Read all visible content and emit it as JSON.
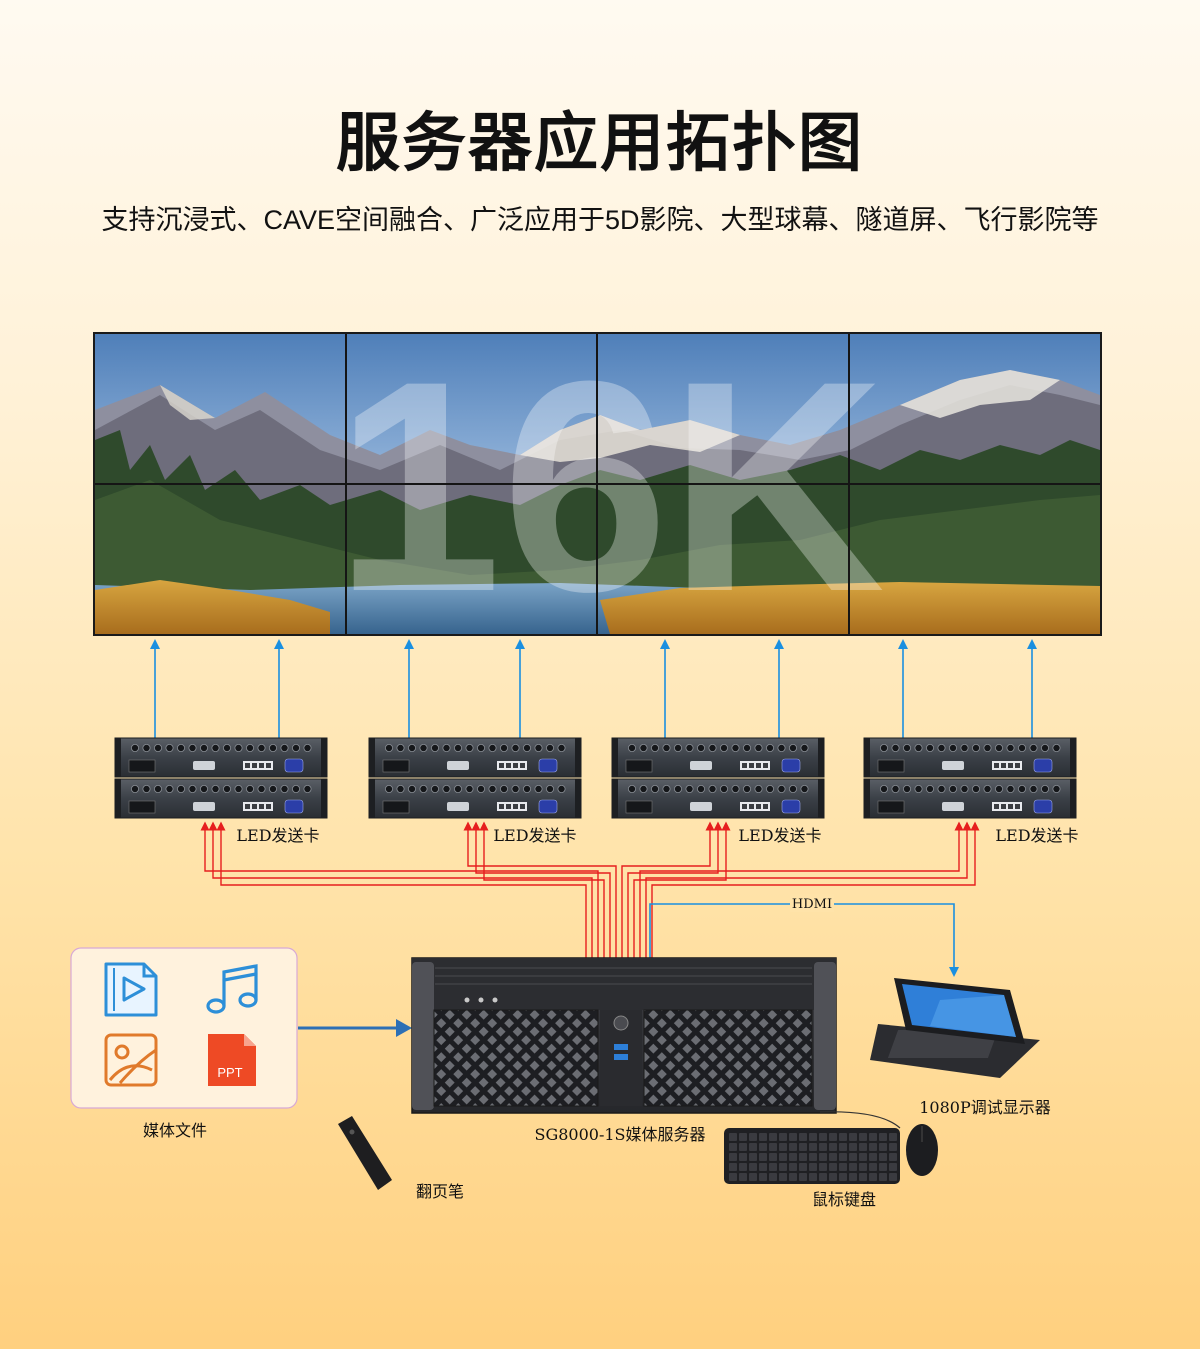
{
  "title": "服务器应用拓扑图",
  "subtitle": "支持沉浸式、CAVE空间融合、广泛应用于5D影院、大型球幕、隧道屏、飞行影院等",
  "video_wall": {
    "watermark": "16K",
    "columns": 4,
    "rows": 2
  },
  "led_cards": {
    "label": "LED发送卡",
    "groups": 4
  },
  "connections": {
    "hdmi_label": "HDMI",
    "signal_color": "#1a8fe0",
    "cable_color": "#e61e1e"
  },
  "media_files": {
    "label": "媒体文件",
    "icons": [
      "video-file-icon",
      "music-note-icon",
      "image-file-icon",
      "ppt-file-icon"
    ],
    "ppt_text": "PPT"
  },
  "server": {
    "label": "SG8000-1S媒体服务器"
  },
  "monitor": {
    "label": "1080P调试显示器"
  },
  "presenter": {
    "label": "翻页笔"
  },
  "peripherals": {
    "label": "鼠标键盘"
  }
}
